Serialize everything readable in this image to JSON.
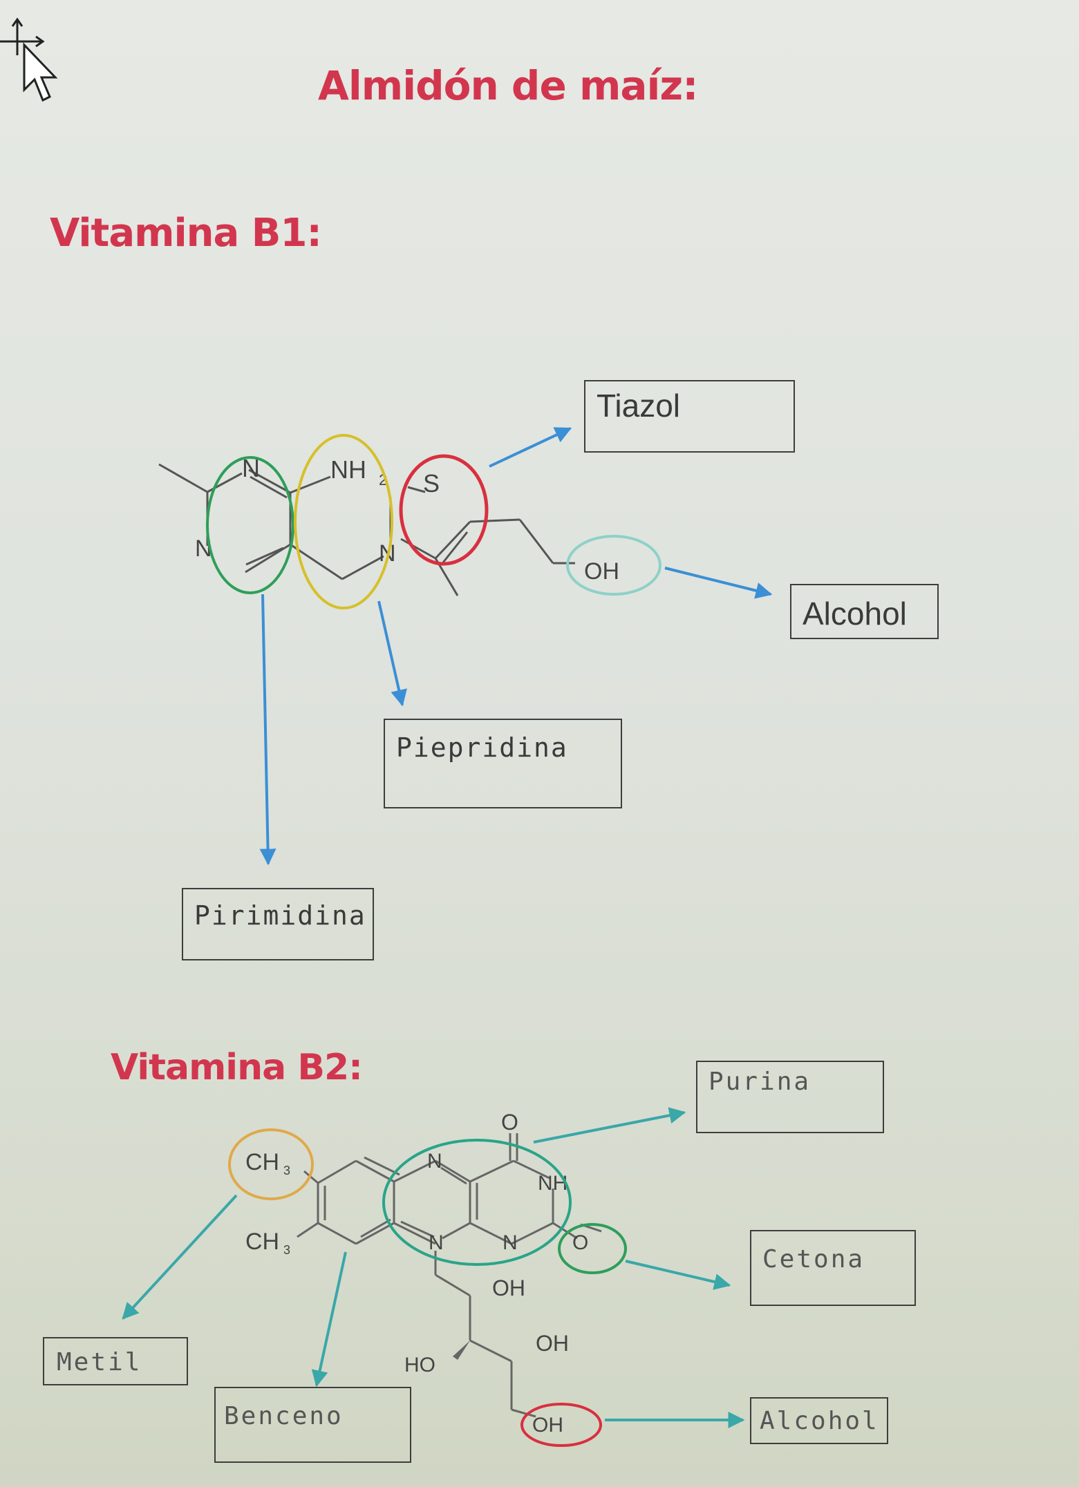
{
  "title": "Almidón de maíz:",
  "sections": {
    "b1": {
      "heading": "Vitamina B1:",
      "labels": {
        "tiazol": "Tiazol",
        "alcohol": "Alcohol",
        "piepridina": "Piepridina",
        "pirimidina": "Pirimidina"
      },
      "atoms": {
        "n_top": "N",
        "nh2": "NH",
        "nh2_sub": "2",
        "s": "S",
        "n_left": "N",
        "n_right": "N",
        "oh": "OH"
      }
    },
    "b2": {
      "heading": "Vitamina B2:",
      "labels": {
        "purina": "Purina",
        "cetona": "Cetona",
        "metil": "Metil",
        "benceno": "Benceno",
        "alcohol": "Alcohol"
      },
      "atoms": {
        "o_top": "O",
        "n1": "N",
        "nh": "NH",
        "ch3_top": "CH",
        "ch3_top_sub": "3",
        "ch3": "CH",
        "ch3_sub": "3",
        "n2": "N",
        "n3": "N",
        "o_right": "O",
        "oh1": "OH",
        "oh2": "OH",
        "ho": "HO",
        "oh3": "OH"
      }
    }
  },
  "colors": {
    "heading": "#d2364e",
    "arrow_blue": "#3a8fd6",
    "arrow_teal": "#3aa7a8",
    "circle_green": "#2e9e5a",
    "circle_yellow": "#d6c02a",
    "circle_red": "#d8303f",
    "circle_teal": "#8ed1c8",
    "circle_orange": "#e0a94a",
    "circle_teal_dark": "#2aa488",
    "bond": "#555555"
  },
  "icons": {
    "cursor": "move-cursor-icon"
  }
}
